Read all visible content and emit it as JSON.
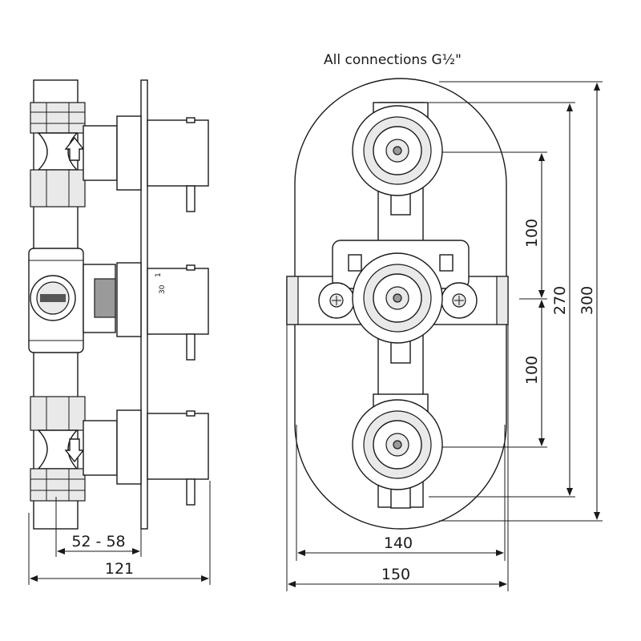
{
  "note": "All connections G½\"",
  "scale_marks": [
    "30",
    "1"
  ],
  "dimensions": {
    "side_depth_range": "52 - 58",
    "side_total": "121",
    "front_inner_width": "140",
    "front_outer_width": "150",
    "front_spacing_upper": "100",
    "front_spacing_lower": "100",
    "front_inner_height": "270",
    "front_outer_height": "300"
  },
  "flow_arrows": [
    "up",
    "down"
  ]
}
